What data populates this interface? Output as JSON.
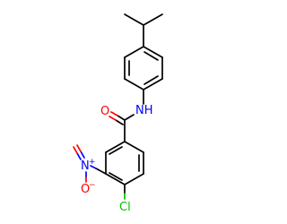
{
  "molecule": {
    "atoms": {
      "amide_oxygen": "O",
      "amide_nitrogen": "NH",
      "nitro_nitrogen": "N",
      "nitro_nitrogen_charge": "+",
      "nitro_oxygen_minus": "O",
      "nitro_oxygen_charge": "−",
      "chlorine": "Cl"
    },
    "colors": {
      "carbon_bond": "#000000",
      "nitrogen": "#0000ff",
      "oxygen": "#ff0000",
      "chlorine": "#00c000"
    }
  }
}
